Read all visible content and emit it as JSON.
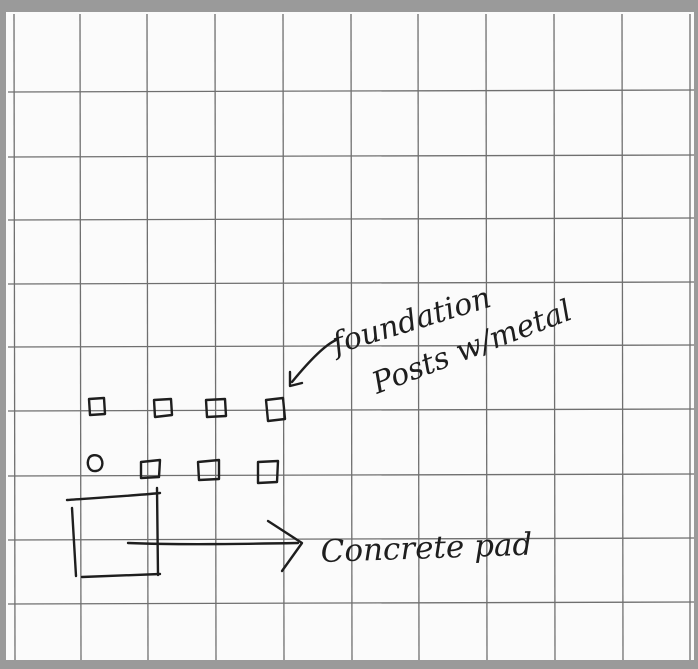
{
  "labels": {
    "foundation_line1": "foundation",
    "foundation_line2": "Posts w/metal",
    "concrete": "Concrete pad"
  },
  "colors": {
    "paper": "#fbfbfb",
    "grid": "#6f6f6f",
    "ink": "#1e1e1e",
    "edge": "#8a8a8a"
  },
  "icons": {
    "foundation_arrow": "arrow-up-right-icon",
    "concrete_arrow": "arrow-right-icon"
  }
}
